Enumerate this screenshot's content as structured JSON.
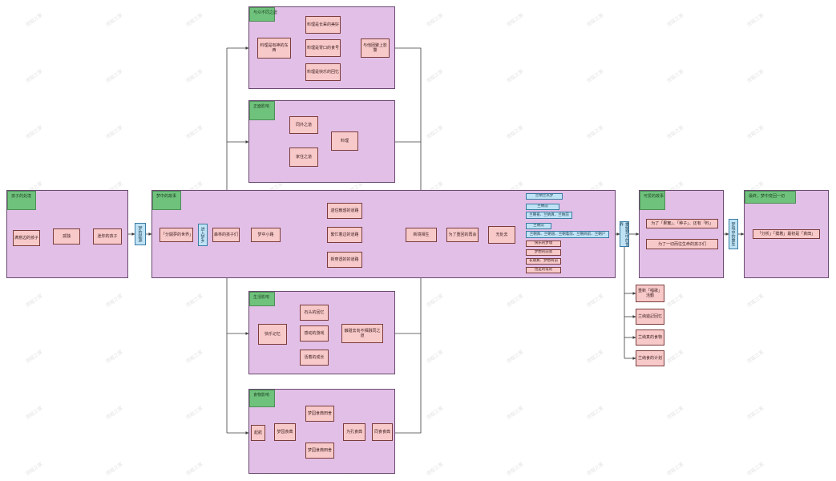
{
  "panels": {
    "p1": "与众不同之處",
    "p2": "正面影响",
    "p3": "孩子的处境",
    "p4": "梦中的故事",
    "p5": "生活影响",
    "p6": "食物影响",
    "p7": "可爱的故事",
    "p8": "最終，梦中变回一切"
  },
  "nodes": {
    "n1": "料理是有神的东西",
    "n2": "料理是长辈的美好",
    "n3": "料理是胃口的食号",
    "n4": "料理是快乐的回忆",
    "n5": "与他团聚上影響",
    "n6": "同外之道",
    "n7": "家住之道",
    "n8": "料理",
    "n9": "满意边的孩子",
    "n10": "孤独",
    "n11": "迷你的孩子",
    "n12": "「分開夢的世界」",
    "n13": "森林的孩子们",
    "n14": "梦中小路",
    "n15": "逮住敵惑的道路",
    "n16": "繁忙着边的道路",
    "n17": "新穿透的的道路",
    "n18": "新境相生",
    "n19": "为了重回的再会",
    "n20": "无处去",
    "n21": "快乐记忆",
    "n22": "石头的回忆",
    "n23": "感动的游戏",
    "n24": "活着的成长",
    "n25": "触碰去向不相融同之道",
    "n26": "起航",
    "n27": "梦园食典",
    "n28": "梦园食典田舍",
    "n29": "梦园食典田舍",
    "n30": "为孔食典",
    "n31": "同食食典",
    "n32": "为了「果實」、「种子」、还有「料」",
    "n33": "为了一切而往生命的孩子们",
    "n34": "「分析」「摸着」最初是「真田」",
    "n35": "重新「唱歌」活動",
    "n36": "兰纳遊記回忆",
    "n37": "兰纳真的食物",
    "n38": "兰纳食的计划"
  },
  "labels": {
    "b1": "兰纳兰热梦",
    "b2": "兰纳前",
    "b3": "兰朝雀、兰纳真、兰纳前",
    "b4": "兰朝前",
    "b5": "兰朝真、兰朝道、兰朝着前、兰朝商前、兰朝户",
    "b6": "快乐的梦境",
    "b7": "梦想的前景",
    "b8": "长期真、梦想商前",
    "b9": "也是的笔的"
  },
  "vlabels": {
    "v1": "梦的起源",
    "v2": "进入梦乡",
    "v3": "重塑梦中的世界",
    "v4": "梦境中的重生"
  },
  "watermark": "流程之家",
  "colors": {
    "panel": "#e2bfe6",
    "title": "#6fc27c",
    "node": "#f8c9c9",
    "label": "#bfe3f5",
    "line": "#3c3c3c"
  }
}
